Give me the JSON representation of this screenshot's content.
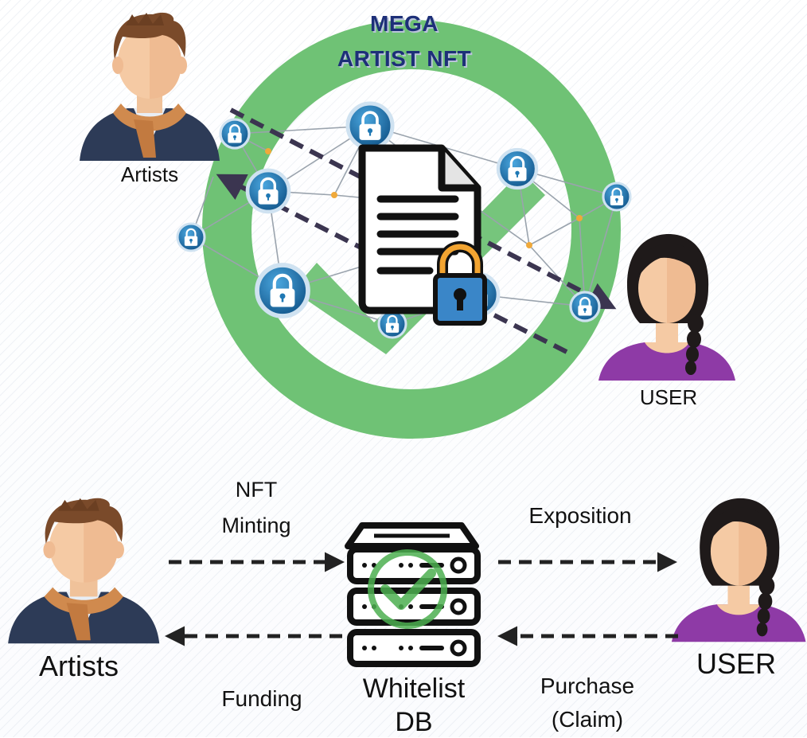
{
  "title": {
    "line1": "MEGA",
    "line2": "ARTIST NFT"
  },
  "top": {
    "artists_label": "Artists",
    "user_label": "USER"
  },
  "bottom": {
    "artists_label": "Artists",
    "user_label": "USER",
    "server_label_line1": "Whitelist",
    "server_label_line2": "DB",
    "nft_minting_line1": "NFT",
    "nft_minting_line2": "Minting",
    "exposition": "Exposition",
    "funding": "Funding",
    "purchase_line1": "Purchase",
    "purchase_line2": "(Claim)"
  },
  "colors": {
    "ring_green": "#6fc275",
    "title_navy": "#1d2f78",
    "arrow_dark": "#3b3550",
    "node_blue": "#1f78b4",
    "lock_blue": "#3a86c8",
    "check_green": "#4caf50",
    "user_shirt": "#8e3aa6",
    "artist_scarf": "#d08a4e",
    "artist_jacket": "#2d3b57"
  },
  "icons": [
    "artist-avatar-icon",
    "user-avatar-icon",
    "lock-icon",
    "document-icon",
    "server-icon",
    "checkmark-icon"
  ]
}
